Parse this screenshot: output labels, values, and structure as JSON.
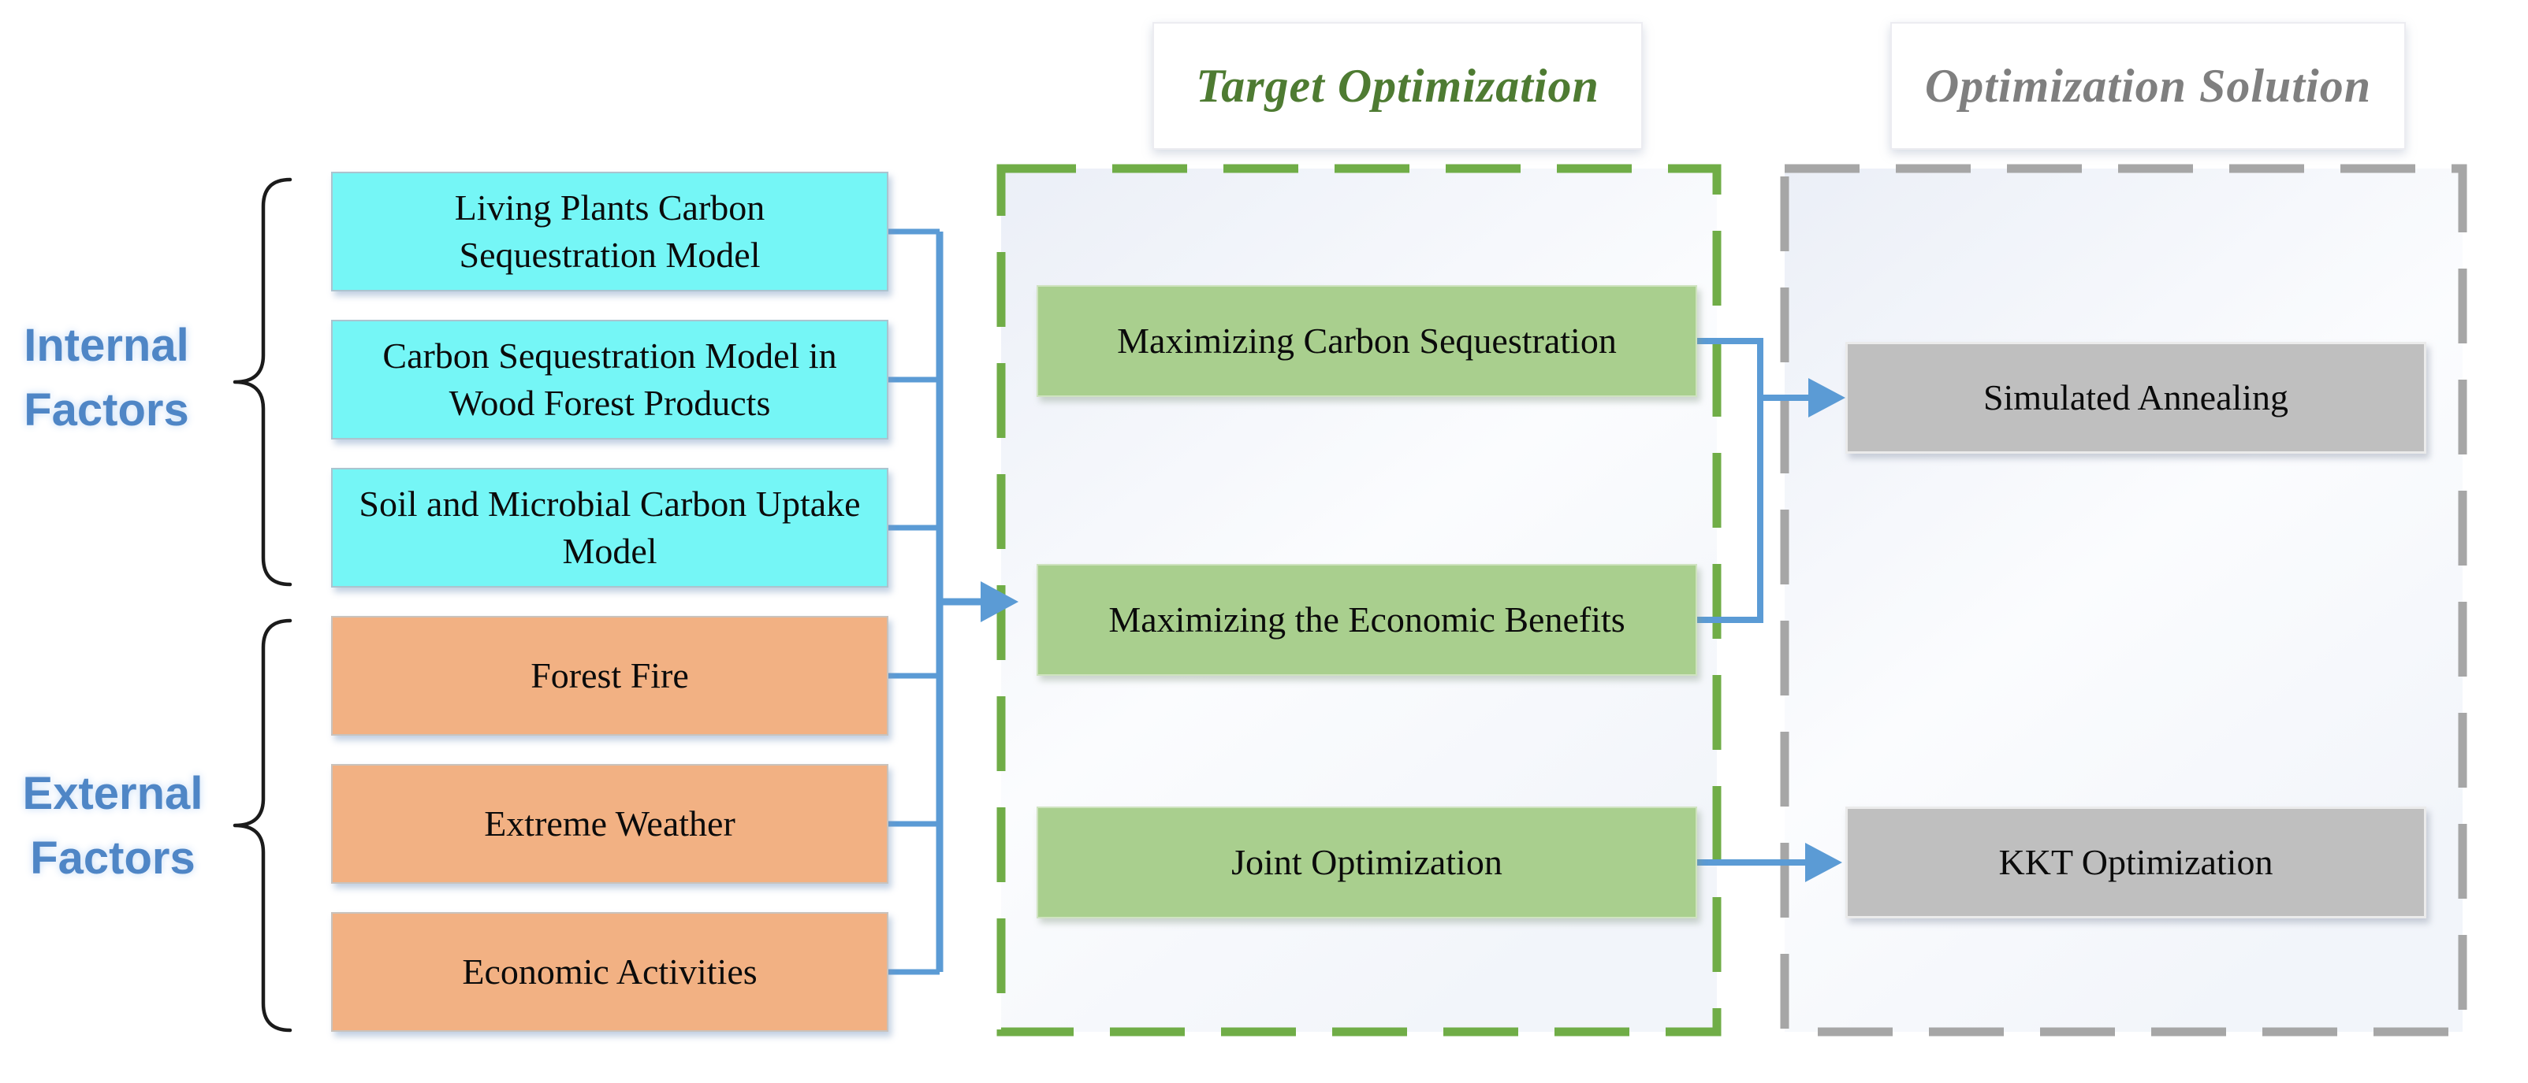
{
  "headers": {
    "target": "Target Optimization",
    "solution": "Optimization Solution"
  },
  "factor_groups": [
    {
      "label": "Internal Factors",
      "items": [
        "Living Plants Carbon Sequestration Model",
        "Carbon Sequestration Model in Wood Forest Products",
        "Soil and Microbial Carbon Uptake Model"
      ]
    },
    {
      "label": "External Factors",
      "items": [
        "Forest Fire",
        "Extreme Weather",
        "Economic Activities"
      ]
    }
  ],
  "targets": [
    "Maximizing Carbon Sequestration",
    "Maximizing the Economic Benefits",
    "Joint Optimization"
  ],
  "solutions": [
    "Simulated Annealing",
    "KKT Optimization"
  ],
  "colors": {
    "accent_blue": "#5B9BD5",
    "label_blue": "#4F86C6",
    "cyan_box": "#75F6F6",
    "orange_box": "#F2B183",
    "green_box": "#A9CF8E",
    "gray_box": "#BFBFBF",
    "dashed_green": "#70AD47",
    "dashed_gray": "#A6A6A6",
    "title_green": "#4E7B32",
    "title_gray": "#7F7F7F"
  }
}
